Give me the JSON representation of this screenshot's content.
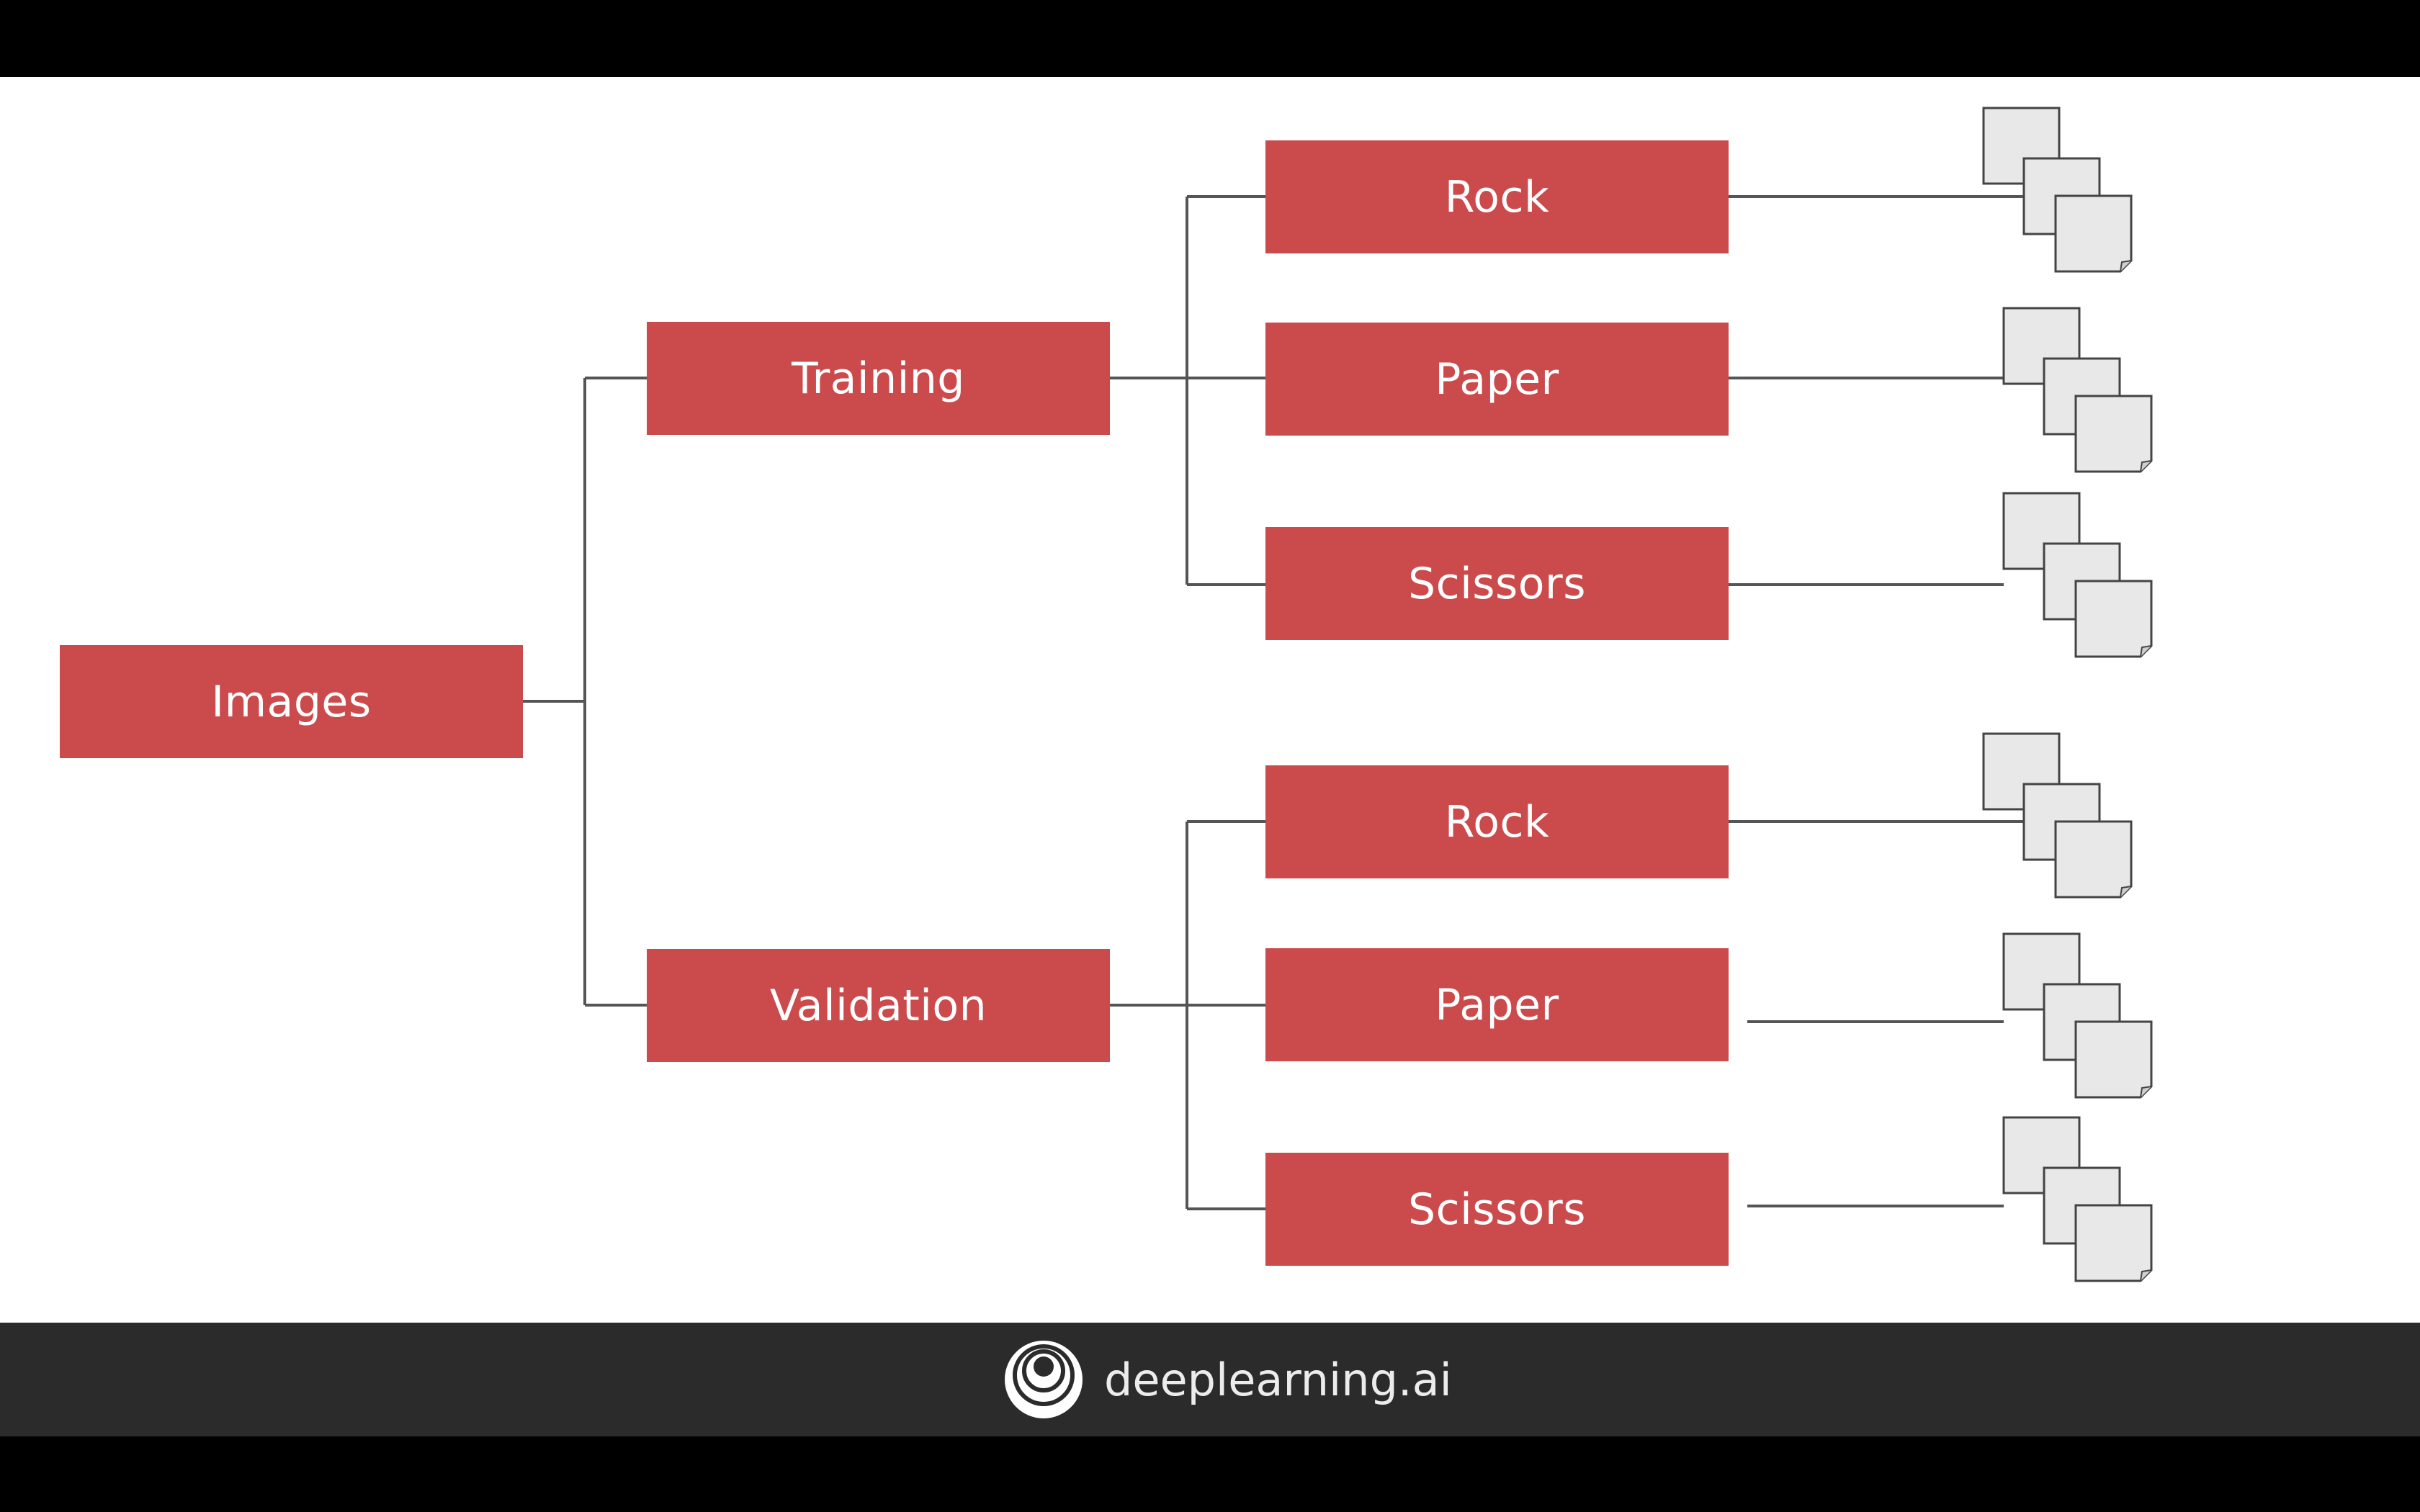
{
  "colors": {
    "box_fill": "#cb4a4c",
    "box_text": "#ffffff",
    "connector": "#555555",
    "file_fill": "#e8e8e8",
    "file_stroke": "#444444",
    "footer_bg": "#2b2b2b",
    "brand_text": "#ececec"
  },
  "diagram": {
    "root": {
      "label": "Images"
    },
    "splits": [
      {
        "label": "Training",
        "classes": [
          {
            "label": "Rock",
            "icon": "image-files-icon"
          },
          {
            "label": "Paper",
            "icon": "image-files-icon"
          },
          {
            "label": "Scissors",
            "icon": "image-files-icon"
          }
        ]
      },
      {
        "label": "Validation",
        "classes": [
          {
            "label": "Rock",
            "icon": "image-files-icon"
          },
          {
            "label": "Paper",
            "icon": "image-files-icon"
          },
          {
            "label": "Scissors",
            "icon": "image-files-icon"
          }
        ]
      }
    ]
  },
  "footer": {
    "brand": "deeplearning.ai",
    "logo_icon": "deeplearning-logo-icon"
  }
}
